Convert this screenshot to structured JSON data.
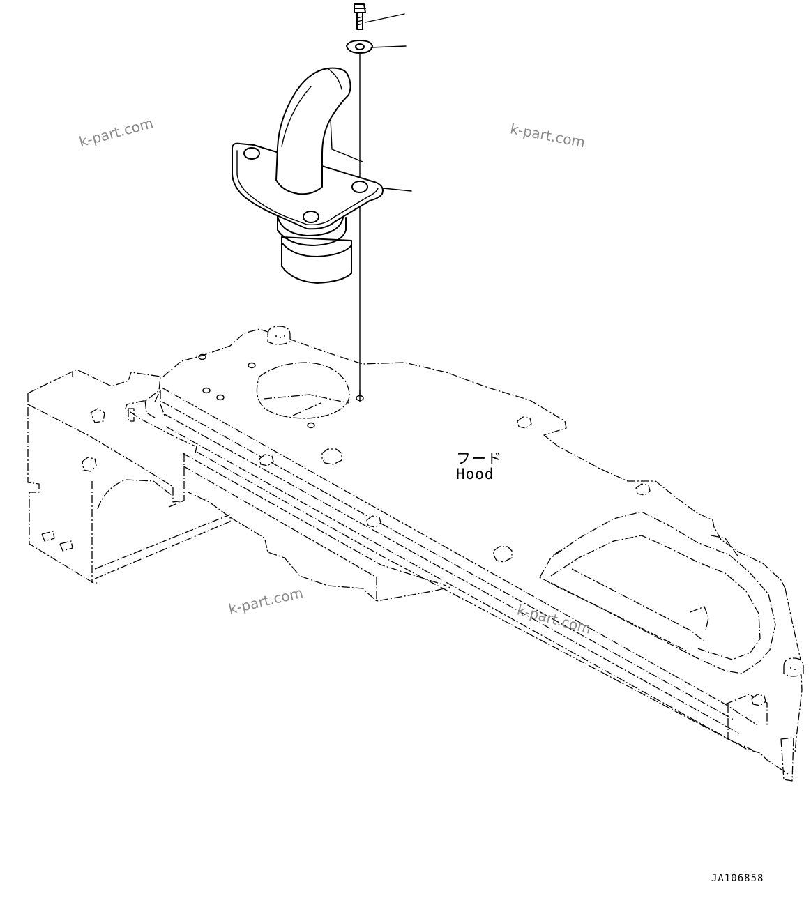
{
  "drawing": {
    "hood_label_jp": "フード",
    "hood_label_en": "Hood",
    "drawing_code": "JA106858",
    "watermarks": [
      "k-part.com",
      "k-part.com",
      "k-part.com",
      "k-part.com"
    ],
    "parts": [
      "bolt",
      "washer",
      "exhaust-pipe"
    ]
  }
}
